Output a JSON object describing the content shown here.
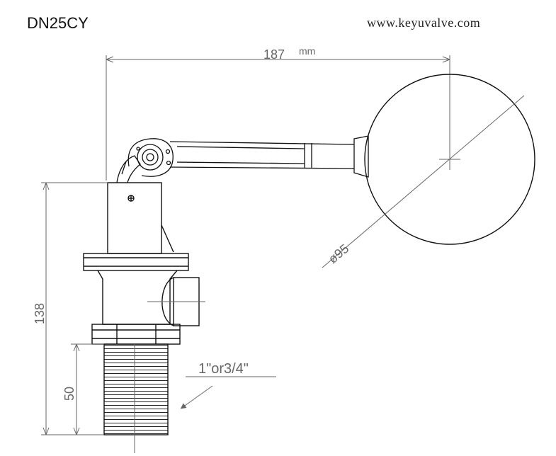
{
  "header": {
    "model": "DN25CY",
    "website": "www.keyuvalve.com"
  },
  "dimensions": {
    "length_value": "187",
    "length_unit": "mm",
    "ball_diameter": "ø95",
    "height": "138",
    "thread_length": "50",
    "thread_size": "1\"or3/4\""
  },
  "colors": {
    "line": "#111111",
    "dimension": "#666666"
  }
}
